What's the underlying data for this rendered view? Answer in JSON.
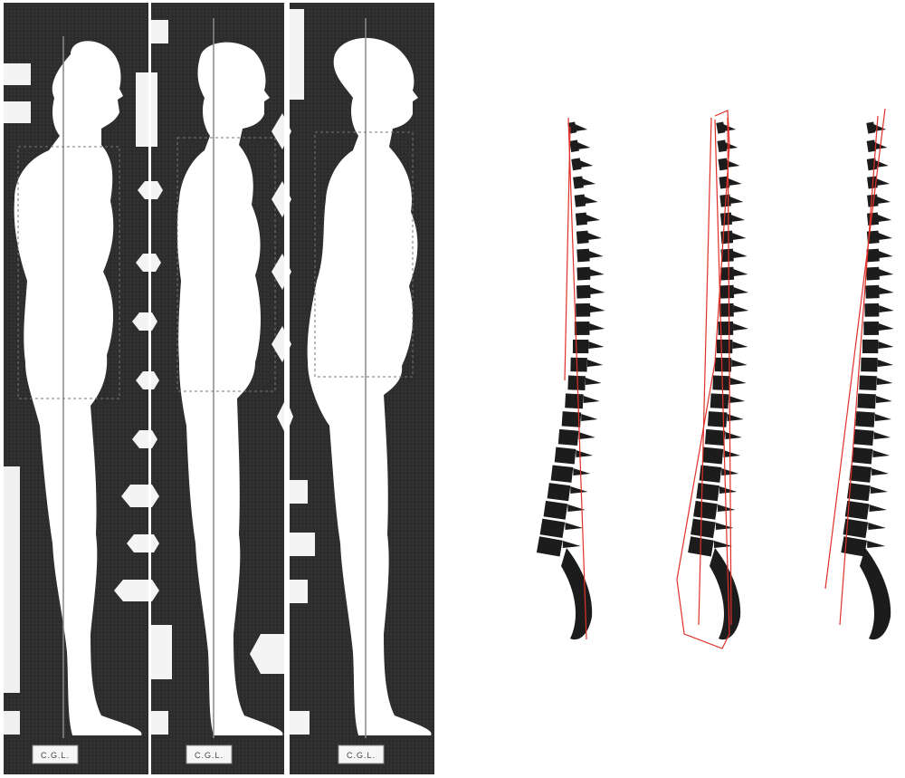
{
  "figure": {
    "posture_panels": [
      {
        "id": "panel-1",
        "floor_label": "C.G.L."
      },
      {
        "id": "panel-2",
        "floor_label": "C.G.L."
      },
      {
        "id": "panel-3",
        "floor_label": "C.G.L."
      }
    ],
    "spine_views": [
      {
        "id": "spine-1"
      },
      {
        "id": "spine-2"
      },
      {
        "id": "spine-3"
      }
    ],
    "colors": {
      "background": "#2b2b2b",
      "silhouette": "#ffffff",
      "spine": "#1c1c1c",
      "overlay_line": "#e0302a"
    }
  }
}
